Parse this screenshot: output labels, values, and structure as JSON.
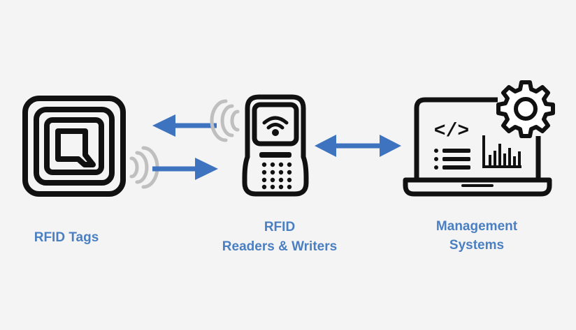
{
  "colors": {
    "ink": "#111111",
    "accent": "#3d73bf",
    "wave": "#bfbfbf",
    "label": "#4a7fc1",
    "background": "#f4f4f4"
  },
  "nodes": [
    {
      "id": "tags",
      "icon": "rfid-tag-icon",
      "lines": [
        "RFID Tags"
      ]
    },
    {
      "id": "reader",
      "icon": "handheld-reader-icon",
      "lines": [
        "RFID",
        "Readers & Writers"
      ]
    },
    {
      "id": "management",
      "icon": "laptop-gear-icon",
      "lines": [
        "Management",
        "Systems"
      ]
    }
  ],
  "connections": [
    {
      "from": "reader",
      "to": "tags",
      "direction": "one-way"
    },
    {
      "from": "tags",
      "to": "reader",
      "direction": "one-way"
    },
    {
      "from": "reader",
      "to": "management",
      "direction": "two-way"
    }
  ],
  "laptop_screen": {
    "code_symbol": "</>"
  }
}
